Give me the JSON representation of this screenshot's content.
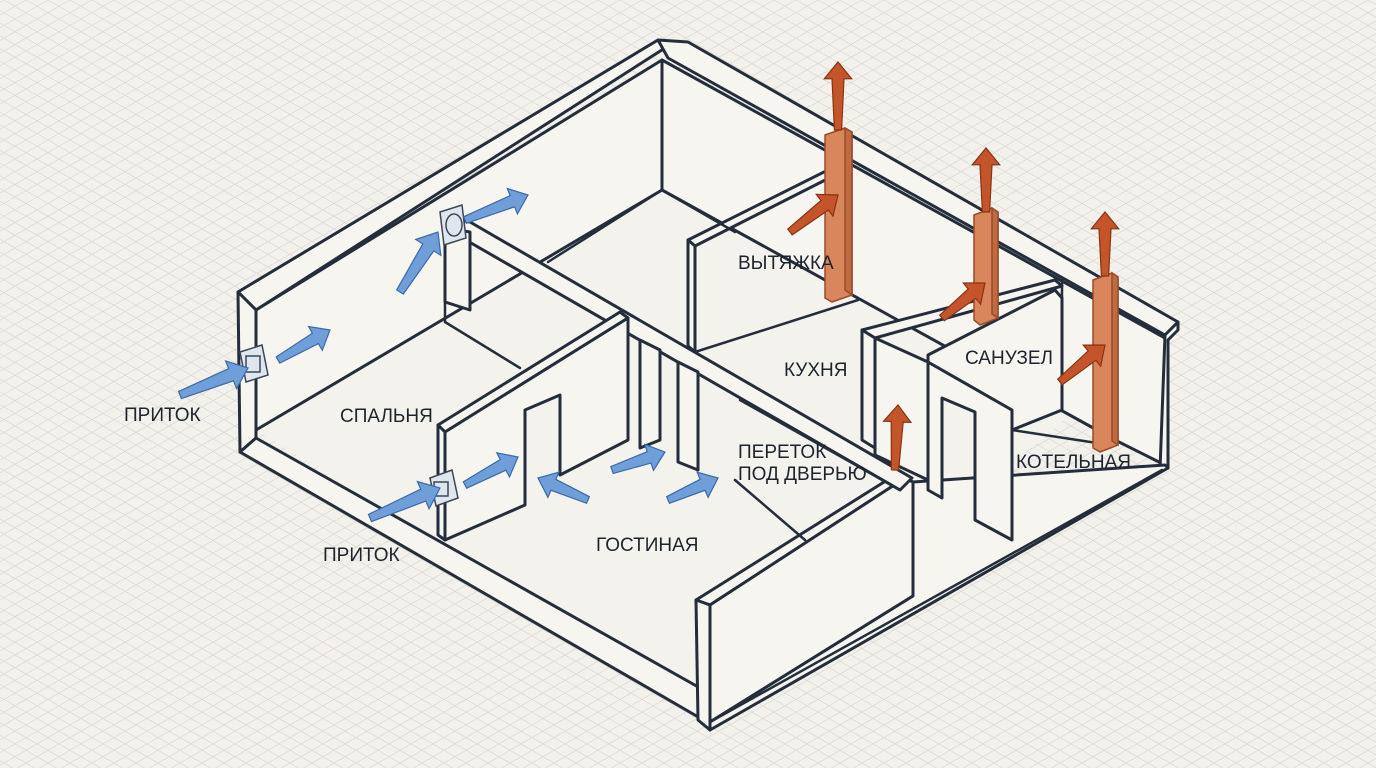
{
  "labels": {
    "inflow_left": "ПРИТОК",
    "inflow_bottom": "ПРИТОК",
    "bedroom": "СПАЛЬНЯ",
    "living_room": "ГОСТИНАЯ",
    "kitchen": "КУХНЯ",
    "exhaust": "ВЫТЯЖКА",
    "bathroom": "САНУЗЕЛ",
    "boiler_room": "КОТЕЛЬНАЯ",
    "door_overflow": "ПЕРЕТОК\nПОД ДВЕРЬЮ"
  },
  "colors": {
    "background": "#f3f1ec",
    "grid": "#dcd8d0",
    "wall_stroke": "#242d3b",
    "supply_air": "#6f9ed8",
    "exhaust_air": "#c4542a",
    "duct": "#d9865c"
  },
  "icons": {
    "supply_vent": "wall-vent-icon",
    "supply_arrow": "blue-arrow-icon",
    "exhaust_arrow": "red-arrow-icon",
    "exhaust_duct": "exhaust-duct-icon"
  }
}
